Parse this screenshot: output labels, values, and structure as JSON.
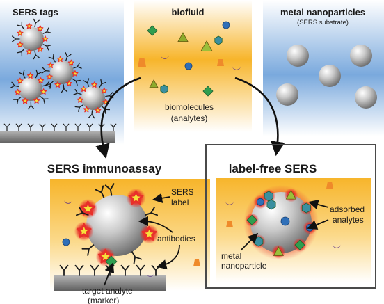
{
  "panels": {
    "sers_tags": {
      "title": "SERS tags"
    },
    "biofluid": {
      "title": "biofluid",
      "caption_line1": "biomolecules",
      "caption_line2": "(analytes)"
    },
    "metal_np": {
      "title": "metal nanoparticles",
      "subtitle": "(SERS substrate)"
    }
  },
  "immunoassay": {
    "title": "SERS immunoassay",
    "label_sers_line1": "SERS",
    "label_sers_line2": "label",
    "label_antibodies": "antibodies",
    "label_target_line1": "target analyte",
    "label_target_line2": "(marker)"
  },
  "label_free": {
    "title": "label-free SERS",
    "label_adsorbed_line1": "adsorbed",
    "label_adsorbed_line2": "analytes",
    "label_metal_line1": "metal",
    "label_metal_line2": "nanoparticle"
  },
  "colors": {
    "yellow": "#f7b52b",
    "blue": "#6f9fd6",
    "star_red": "#e8302a",
    "star_yellow": "#f6e03a",
    "green": "#2f9e4f",
    "teal": "#3a8fa0",
    "purple": "#5a2f86",
    "orange": "#ef8a2a",
    "surface": "#7d7d7d"
  }
}
